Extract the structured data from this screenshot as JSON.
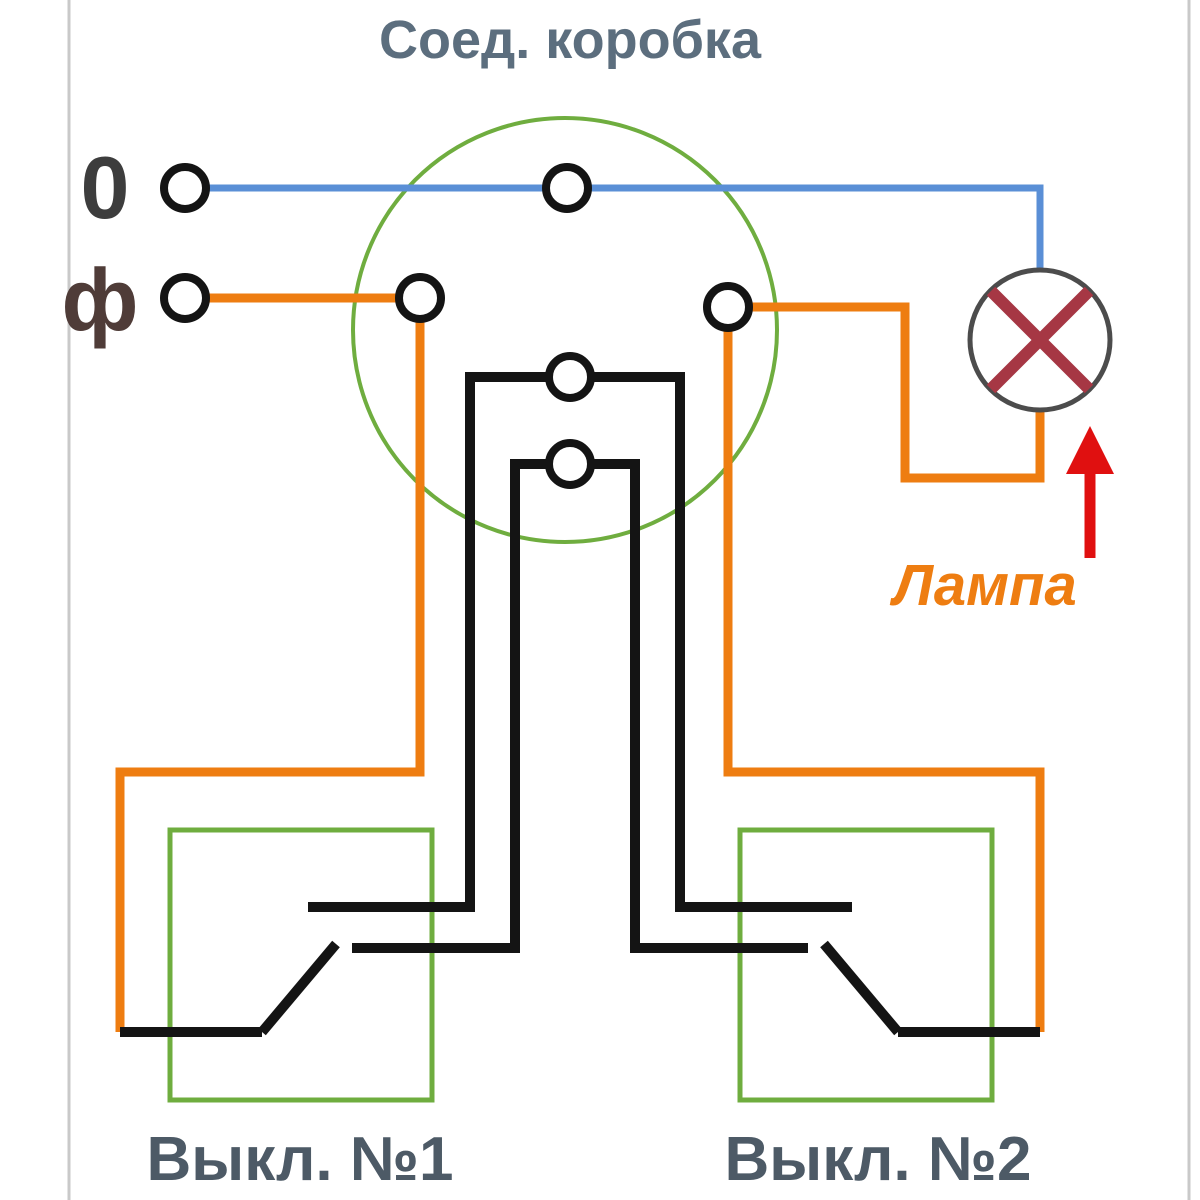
{
  "title": "Соед. коробка",
  "labels": {
    "neutral_terminal": "0",
    "phase_terminal": "ф",
    "lamp": "Лампа",
    "switch1": "Выкл. №1",
    "switch2": "Выкл. №2"
  },
  "colors": {
    "neutral_wire": "#5a8fd6",
    "phase_wire": "#ee7d11",
    "traveller_wire": "#141414",
    "junction_box": "#6fad3f",
    "switch_box": "#6fad3f",
    "lamp_outline": "#4c4c4c",
    "lamp_cross": "#a63744",
    "arrow": "#e01010",
    "title_text": "#5c6e7e",
    "switch_label_text": "#4d5a66",
    "neutral_label_text": "#3d3d3d",
    "phase_label_text": "#4f3c38",
    "lamp_label_text": "#ee7d11",
    "frame_border": "#c9c9c9"
  }
}
